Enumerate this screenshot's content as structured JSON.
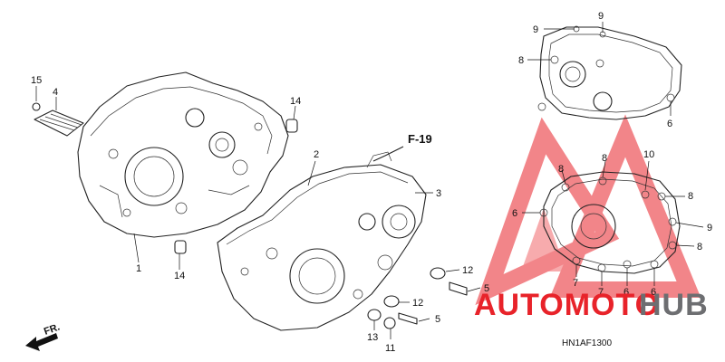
{
  "callouts": [
    {
      "id": "c15",
      "text": "15"
    },
    {
      "id": "c4",
      "text": "4"
    },
    {
      "id": "c14a",
      "text": "14"
    },
    {
      "id": "c14b",
      "text": "14"
    },
    {
      "id": "c1",
      "text": "1"
    },
    {
      "id": "c2",
      "text": "2"
    },
    {
      "id": "c3",
      "text": "3"
    },
    {
      "id": "c12a",
      "text": "12"
    },
    {
      "id": "c12b",
      "text": "12"
    },
    {
      "id": "c5a",
      "text": "5"
    },
    {
      "id": "c5b",
      "text": "5"
    },
    {
      "id": "c13",
      "text": "13"
    },
    {
      "id": "c11",
      "text": "11"
    },
    {
      "id": "c9a",
      "text": "9"
    },
    {
      "id": "c9b",
      "text": "9"
    },
    {
      "id": "c8a",
      "text": "8"
    },
    {
      "id": "c6a",
      "text": "6"
    },
    {
      "id": "c10",
      "text": "10"
    },
    {
      "id": "c8b",
      "text": "8"
    },
    {
      "id": "c8c",
      "text": "8"
    },
    {
      "id": "c8d",
      "text": "8"
    },
    {
      "id": "c6b",
      "text": "6"
    },
    {
      "id": "c9c",
      "text": "9"
    },
    {
      "id": "c8e",
      "text": "8"
    },
    {
      "id": "c7a",
      "text": "7"
    },
    {
      "id": "c7b",
      "text": "7"
    },
    {
      "id": "c6c",
      "text": "6"
    },
    {
      "id": "c6d",
      "text": "6"
    }
  ],
  "reference": "F-19",
  "front_label": "FR.",
  "diagram_code": "HN1AF1300",
  "watermark": {
    "brand_red": "AUTOMOTO",
    "brand_gray": "HUB",
    "red": "#e8232a",
    "gray": "#6d6e71"
  }
}
